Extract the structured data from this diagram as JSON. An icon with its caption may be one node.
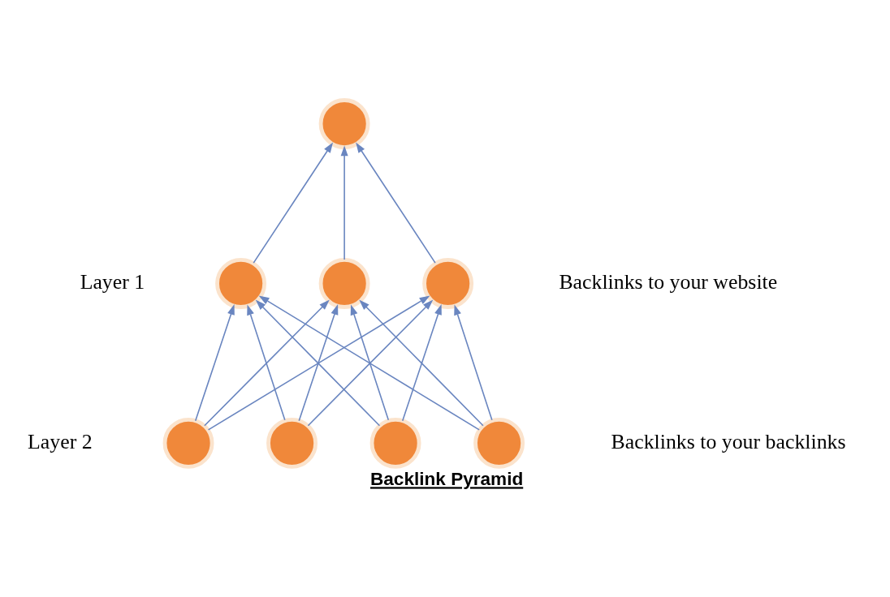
{
  "diagram": {
    "caption": "Backlink Pyramid",
    "nodes": [
      {
        "text": [],
        "shape": "circle"
      },
      {
        "text": [],
        "shape": "circle"
      },
      {
        "text": [],
        "shape": "circle"
      },
      {
        "text": [],
        "shape": "circle"
      },
      {
        "text": [],
        "shape": "circle"
      },
      {
        "text": [],
        "shape": "circle"
      },
      {
        "text": [],
        "shape": "circle"
      },
      {
        "text": [],
        "shape": "circle"
      }
    ],
    "edges": [
      {
        "from": 1,
        "to": 0,
        "arrow": "to"
      },
      {
        "from": 2,
        "to": 0,
        "arrow": "to"
      },
      {
        "from": 3,
        "to": 0,
        "arrow": "to"
      },
      {
        "from": 4,
        "to": 1,
        "arrow": "to"
      },
      {
        "from": 4,
        "to": 2,
        "arrow": "to"
      },
      {
        "from": 4,
        "to": 3,
        "arrow": "to"
      },
      {
        "from": 5,
        "to": 1,
        "arrow": "to"
      },
      {
        "from": 5,
        "to": 2,
        "arrow": "to"
      },
      {
        "from": 5,
        "to": 3,
        "arrow": "to"
      },
      {
        "from": 6,
        "to": 1,
        "arrow": "to"
      },
      {
        "from": 6,
        "to": 2,
        "arrow": "to"
      },
      {
        "from": 6,
        "to": 3,
        "arrow": "to"
      },
      {
        "from": 7,
        "to": 1,
        "arrow": "to"
      },
      {
        "from": 7,
        "to": 2,
        "arrow": "to"
      },
      {
        "from": 7,
        "to": 3,
        "arrow": "to"
      }
    ],
    "labels": [
      "Backlinks to your website",
      "Layer 1",
      "Backlinks to your backlinks",
      "Layer 2"
    ]
  }
}
